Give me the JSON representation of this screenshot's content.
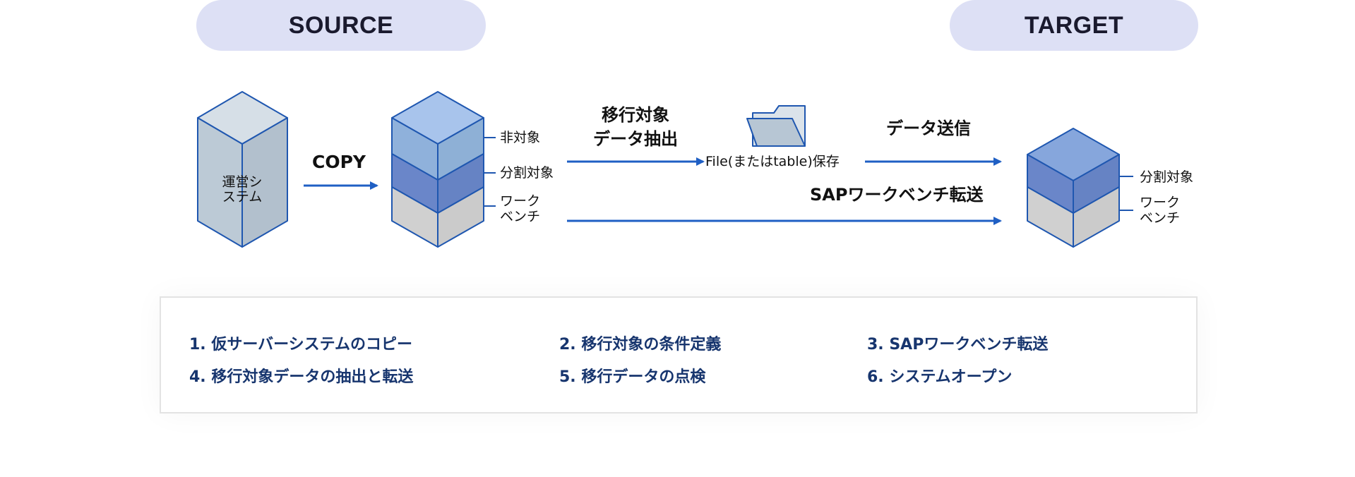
{
  "header": {
    "source": "SOURCE",
    "target": "TARGET"
  },
  "source_system": {
    "label_line1": "運営シ",
    "label_line2": "ステム",
    "copy_label": "COPY"
  },
  "copy_db": {
    "layer1": "非対象",
    "layer2": "分割対象",
    "layer3_line1": "ワーク",
    "layer3_line2": "ベンチ"
  },
  "flow": {
    "extract_line1": "移行対象",
    "extract_line2": "データ抽出",
    "file_save": "File(またはtable)保存",
    "send_data": "データ送信",
    "workbench_transfer": "SAPワークベンチ転送"
  },
  "target_db": {
    "layer1": "分割対象",
    "layer2_line1": "ワーク",
    "layer2_line2": "ベンチ"
  },
  "steps": [
    "1. 仮サーバーシステムのコピー",
    "2. 移行対象の条件定義",
    "3. SAPワークベンチ転送",
    "4. 移行対象データの抽出と転送",
    "5. 移行データの点検",
    "6. システムオープン"
  ],
  "colors": {
    "arrow": "#1f5fc4",
    "cube_outline": "#1f57b0",
    "light_blue": "#9dbfe6",
    "mid_blue": "#6a86c9",
    "grey": "#cfcfcf",
    "source_grey": "#b9c6d3",
    "step_text": "#17356e"
  }
}
